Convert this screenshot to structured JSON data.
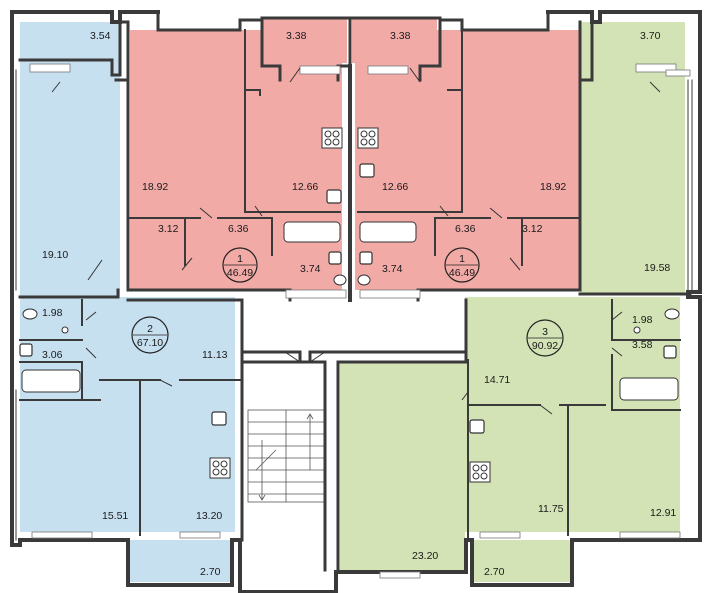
{
  "colors": {
    "blue": "#c7e0f0",
    "pink": "#f2aaa7",
    "green": "#d3e3b5",
    "wall": "#3a3a3a",
    "common": "#ffffff"
  },
  "apartments": [
    {
      "id": "apt-1-left",
      "number": "1",
      "total": "46.49",
      "color": "pink"
    },
    {
      "id": "apt-1-right",
      "number": "1",
      "total": "46.49",
      "color": "pink"
    },
    {
      "id": "apt-2",
      "number": "2",
      "total": "67.10",
      "color": "blue"
    },
    {
      "id": "apt-3",
      "number": "3",
      "total": "90.92",
      "color": "green"
    }
  ],
  "room_areas": {
    "blue_balcony_top": "3.54",
    "blue_living": "19.10",
    "blue_wc": "1.98",
    "blue_bath": "3.06",
    "blue_hall": "11.13",
    "blue_bedroom": "15.51",
    "blue_kitchen": "13.20",
    "blue_balcony_bottom": "2.70",
    "pinkL_balcony": "3.38",
    "pinkL_room": "18.92",
    "pinkL_kitchen": "12.66",
    "pinkL_closet": "3.12",
    "pinkL_hall": "6.36",
    "pinkL_bath": "3.74",
    "pinkR_balcony": "3.38",
    "pinkR_kitchen": "12.66",
    "pinkR_room": "18.92",
    "pinkR_hall": "6.36",
    "pinkR_closet": "3.12",
    "pinkR_bath": "3.74",
    "green_balcony_top": "3.70",
    "green_room_top": "19.58",
    "green_wc": "1.98",
    "green_bath": "3.58",
    "green_hall": "14.71",
    "green_room_bottom_big": "23.20",
    "green_kitchen": "11.75",
    "green_bedroom": "12.91",
    "green_balcony_bottom": "2.70"
  }
}
